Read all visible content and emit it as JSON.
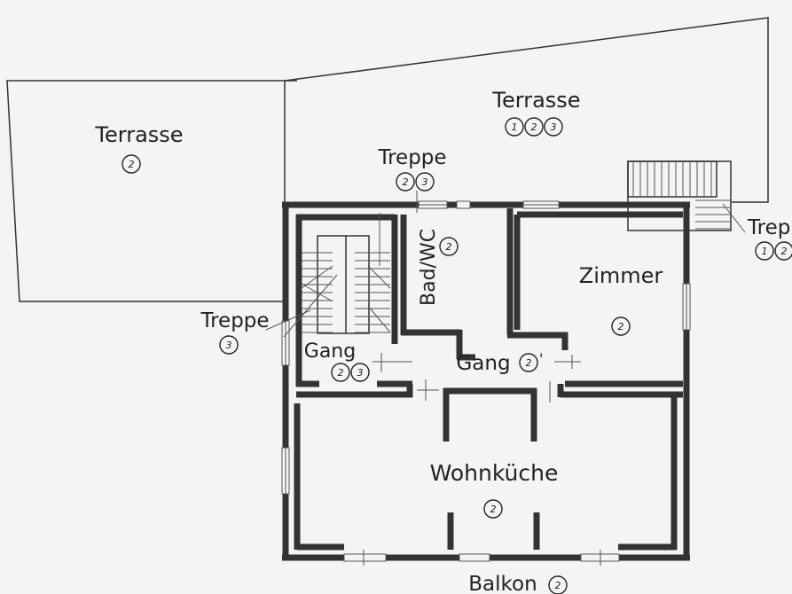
{
  "rooms": {
    "terrasse_left": {
      "name": "Terrasse",
      "marks": [
        "2"
      ]
    },
    "terrasse_top": {
      "name": "Terrasse",
      "marks": [
        "1",
        "2",
        "3"
      ]
    },
    "treppe_top": {
      "name": "Treppe",
      "marks": [
        "2",
        "3"
      ]
    },
    "treppe_right": {
      "name": "Trep",
      "marks": [
        "1",
        "2"
      ]
    },
    "treppe_left": {
      "name": "Treppe",
      "marks": [
        "3"
      ]
    },
    "bad_wc": {
      "name": "Bad/WC",
      "marks": [
        "2"
      ]
    },
    "zimmer": {
      "name": "Zimmer",
      "marks": [
        "2"
      ]
    },
    "gang_left": {
      "name": "Gang",
      "marks": [
        "2",
        "3"
      ]
    },
    "gang_center": {
      "name": "Gang",
      "marks": [
        "2"
      ],
      "suffix": "'"
    },
    "wohnkueche": {
      "name": "Wohnküche",
      "marks": [
        "2"
      ]
    },
    "balkon": {
      "name": "Balkon",
      "marks": [
        "2"
      ]
    }
  }
}
